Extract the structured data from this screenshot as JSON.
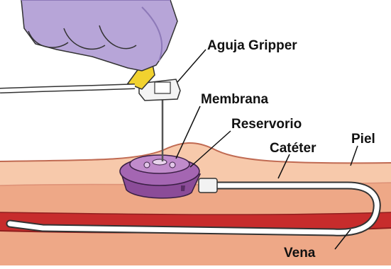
{
  "labels": {
    "needle": "Aguja Gripper",
    "membrane": "Membrana",
    "reservoir": "Reservorio",
    "catheter": "Catéter",
    "skin": "Piel",
    "vein": "Vena"
  },
  "colors": {
    "skin_surface": "#f7c9ab",
    "skin_deep": "#eea887",
    "skin_line": "#d4826a",
    "vein": "#c72c2c",
    "vein_dark": "#8f1e1e",
    "port": "#a466b2",
    "port_dark": "#7a3c88",
    "port_top": "#c08bcb",
    "glove": "#b7a5d8",
    "glove_dark": "#8d79b8",
    "gripper_tab": "#f1d22f",
    "tubing": "#ffffff",
    "outline": "#222222"
  }
}
